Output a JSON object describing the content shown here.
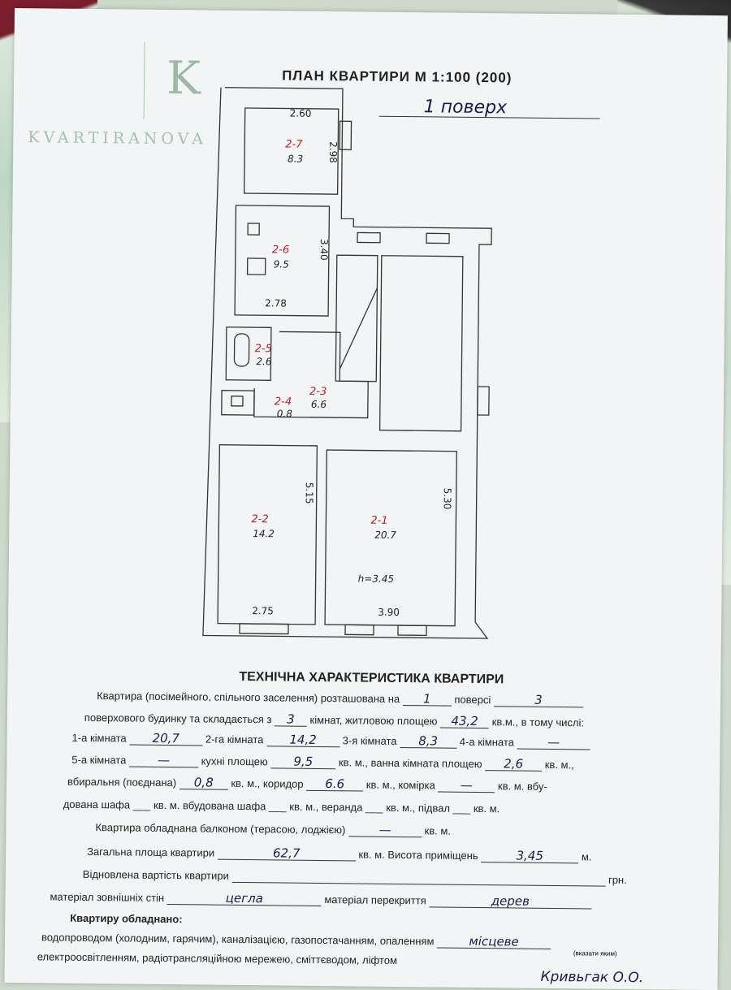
{
  "logo": {
    "letter": "K",
    "word": "KVARTIRANOVA"
  },
  "plan": {
    "title": "ПЛАН КВАРТИРИ  М 1:100 (200)",
    "floor_handwritten": "1 поверх",
    "rooms": [
      {
        "id": "2-1",
        "area": "20.7",
        "dims": [
          "3.90",
          "5.30"
        ],
        "height": "h=3.45"
      },
      {
        "id": "2-2",
        "area": "14.2",
        "dims": [
          "2.75",
          "5.15"
        ]
      },
      {
        "id": "2-3",
        "area": "6.6"
      },
      {
        "id": "2-4",
        "area": "0.8"
      },
      {
        "id": "2-5",
        "area": "2.6"
      },
      {
        "id": "2-6",
        "area": "9.5",
        "dims": [
          "2.78",
          "3.40"
        ]
      },
      {
        "id": "2-7",
        "area": "8.3",
        "dims": [
          "2.60",
          "2.98"
        ]
      }
    ]
  },
  "tech": {
    "title": "ТЕХНІЧНА ХАРАКТЕРИСТИКА КВАРТИРИ",
    "l1a": "Квартира (посімейного, спільного заселення) розташована на",
    "floor": "1",
    "l1b": "поверсі",
    "floors_total": "3",
    "l2a": "поверхового будинку та складається з",
    "rooms_count": "3",
    "l2b": "кімнат, житловою площею",
    "living_area": "43,2",
    "l2c": "кв.м., в тому числі:",
    "r1_label": "1-а кімната",
    "r1": "20,7",
    "r2_label": "2-га кімната",
    "r2": "14,2",
    "r3_label": "3-я кімната",
    "r3": "8,3",
    "r4_label": "4-а кімната",
    "r4": "—",
    "r5_label": "5-а кімната",
    "r5": "—",
    "kitchen_label": "кухні площею",
    "kitchen": "9,5",
    "bath_label": "кв. м., ванна кімната площею",
    "bath": "2,6",
    "kvm": "кв. м.,",
    "wc_label": "вбиральня (поєднана)",
    "wc": "0,8",
    "corridor_label": "кв. м., коридор",
    "corridor": "6.6",
    "storage_label": "кв. м., комірка",
    "storage": "—",
    "builtin_a": "кв. м. вбу-",
    "builtin_b": "дована шафа ___ кв. м. вбудована шафа ___ кв. м., веранда ___ кв. м., підвал ___ кв. м.",
    "balcony_label": "Квартира обладнана балконом (терасою, лоджією)",
    "balcony": "—",
    "balcony_unit": "кв. м.",
    "total_label": "Загальна площа квартири",
    "total": "62,7",
    "height_label": "кв. м. Висота приміщень",
    "height": "3,45",
    "m": "м.",
    "value_label": "Відновлена вартість квартири",
    "uah": "грн.",
    "walls_label": "матеріал зовнішніх стін",
    "walls": "цегла",
    "ceiling_label": "матеріал перекриття",
    "ceiling": "дерев",
    "equipped_label": "Квартиру обладнано:",
    "utilities": "водопроводом (холодним, гарячим), каналізацією, газопостачанням, опаленням",
    "heating": "місцеве",
    "heating_note": "(вказати яким)",
    "electric": "електроосвітленням, радіотрансляційною мережею, сміттєводом, ліфтом",
    "signature": "Кривьгак О.О."
  }
}
